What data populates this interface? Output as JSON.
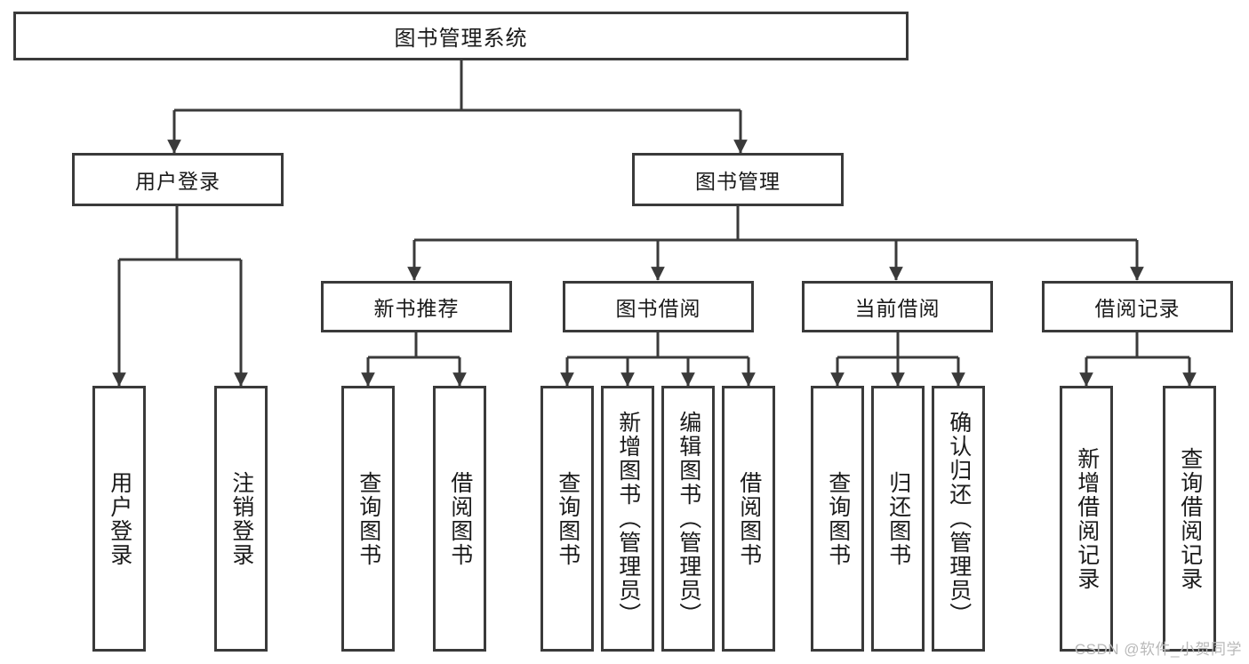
{
  "diagram": {
    "type": "tree-hierarchy-diagram",
    "title": "图书管理系统",
    "colors": {
      "box_border": "#3a3a3a",
      "box_fill": "#ffffff",
      "connector": "#3a3a3a",
      "text": "#1a1a1a",
      "watermark": "#b9b9b9",
      "background": "#ffffff"
    },
    "root": {
      "label": "图书管理系统"
    },
    "level2": [
      {
        "id": "user-login",
        "label": "用户登录"
      },
      {
        "id": "book-management",
        "label": "图书管理"
      }
    ],
    "level3": [
      {
        "id": "new-book-recommend",
        "label": "新书推荐",
        "parent": "book-management"
      },
      {
        "id": "book-borrow",
        "label": "图书借阅",
        "parent": "book-management"
      },
      {
        "id": "current-borrow",
        "label": "当前借阅",
        "parent": "book-management"
      },
      {
        "id": "borrow-record",
        "label": "借阅记录",
        "parent": "book-management"
      }
    ],
    "leaves": {
      "user-login": [
        {
          "id": "leaf-user-login",
          "label": "用户登录"
        },
        {
          "id": "leaf-logout",
          "label": "注销登录"
        }
      ],
      "new-book-recommend": [
        {
          "id": "leaf-query-book-1",
          "label": "查询图书"
        },
        {
          "id": "leaf-borrow-book-1",
          "label": "借阅图书"
        }
      ],
      "book-borrow": [
        {
          "id": "leaf-query-book-2",
          "label": "查询图书"
        },
        {
          "id": "leaf-add-book",
          "label": "新增图书（管理员）"
        },
        {
          "id": "leaf-edit-book",
          "label": "编辑图书（管理员）"
        },
        {
          "id": "leaf-borrow-book-2",
          "label": "借阅图书"
        }
      ],
      "current-borrow": [
        {
          "id": "leaf-query-book-3",
          "label": "查询图书"
        },
        {
          "id": "leaf-return-book",
          "label": "归还图书"
        },
        {
          "id": "leaf-confirm-return",
          "label": "确认归还（管理员）"
        }
      ],
      "borrow-record": [
        {
          "id": "leaf-add-record",
          "label": "新增借阅记录"
        },
        {
          "id": "leaf-query-record",
          "label": "查询借阅记录"
        }
      ]
    },
    "watermark": "CSDN @软件_小贺同学"
  }
}
